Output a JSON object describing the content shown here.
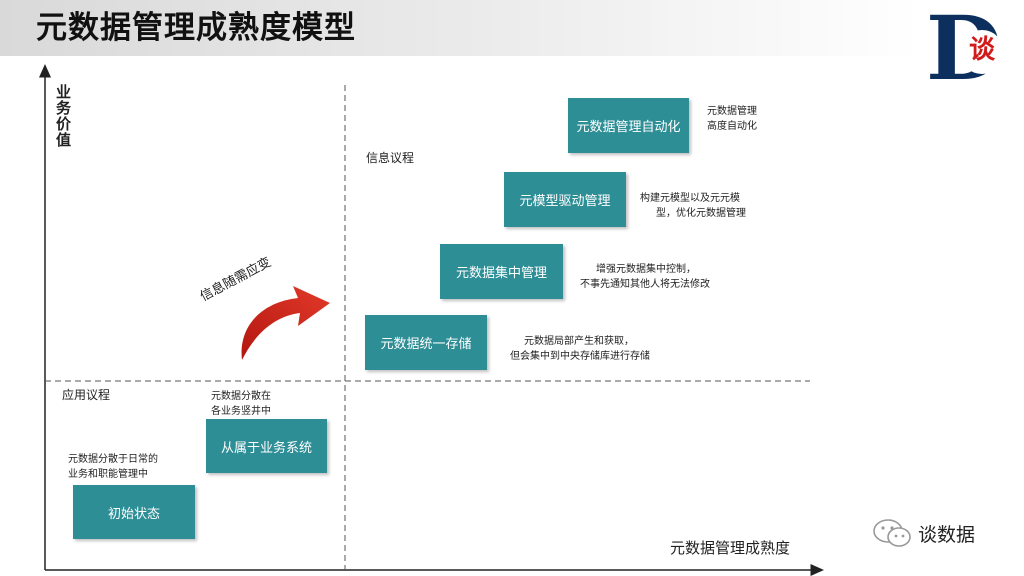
{
  "title": "元数据管理成熟度模型",
  "logo": {
    "char": "谈"
  },
  "axes": {
    "y_label": "业务价值",
    "x_label": "元数据管理成熟度"
  },
  "zones": {
    "upper_right": "信息议程",
    "lower_left": "应用议程"
  },
  "arrow_label": "信息随需应变",
  "stages": [
    {
      "label": "初始状态",
      "desc": [
        "元数据分散于日常的",
        "业务和职能管理中"
      ]
    },
    {
      "label": "从属于业务系统",
      "desc": [
        "元数据分散在",
        "各业务竖井中"
      ]
    },
    {
      "label": "元数据统一存储",
      "desc": [
        "元数据局部产生和获取，",
        "但会集中到中央存储库进行存储"
      ]
    },
    {
      "label": "元数据集中管理",
      "desc": [
        "增强元数据集中控制，",
        "不事先通知其他人将无法修改"
      ]
    },
    {
      "label": "元模型驱动管理",
      "desc": [
        "构建元模型以及元元模",
        "型，优化元数据管理"
      ]
    },
    {
      "label": "元数据管理自动化",
      "desc": [
        "元数据管理",
        "高度自动化"
      ]
    }
  ],
  "watermark": {
    "text": "谈数据"
  }
}
